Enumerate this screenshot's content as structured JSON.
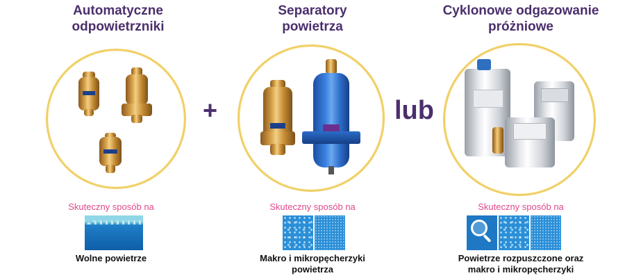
{
  "columns": [
    {
      "title": "Automatyczne\nodpowietrzniki",
      "effective_label": "Skuteczny sposób na",
      "caption": "Wolne powietrze",
      "illustration": "automatic-air-vents",
      "tiles": [
        "free-air"
      ]
    },
    {
      "title": "Separatory\npowietrza",
      "effective_label": "Skuteczny sposób na",
      "caption": "Makro i mikropęcherzyki\npowietrza",
      "illustration": "air-separators",
      "tiles": [
        "macro-bubbles",
        "micro-bubbles"
      ]
    },
    {
      "title": "Cyklonowe odgazowanie\npróżniowe",
      "effective_label": "Skuteczny sposób na",
      "caption": "Powietrze rozpuszczone oraz\nmakro i mikropęcherzyki",
      "illustration": "vacuum-degassers",
      "tiles": [
        "dissolved-air",
        "macro-bubbles",
        "micro-bubbles"
      ]
    }
  ],
  "joiners": {
    "plus": "+",
    "or": "lub"
  },
  "colors": {
    "title": "#4b2f6d",
    "effective_label": "#e0488c",
    "circle_border": "#f0cf67",
    "water": "#2a8fd8"
  }
}
